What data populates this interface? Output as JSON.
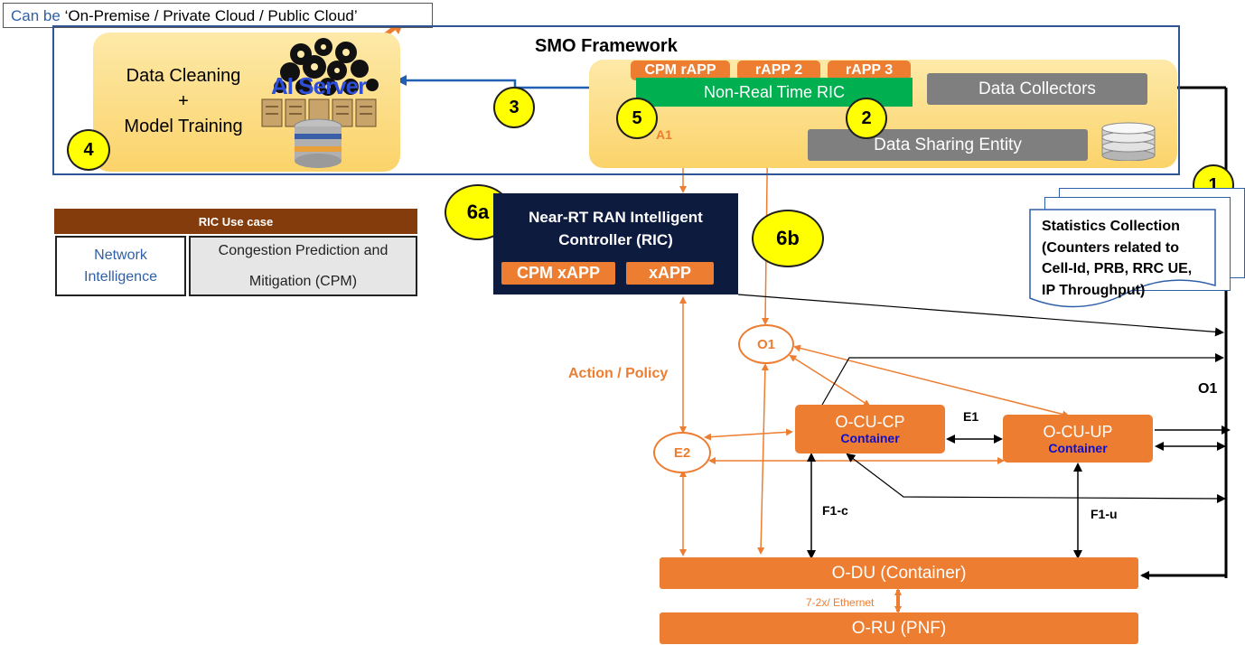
{
  "callout": {
    "prefix": "Can be",
    "text": "‘On-Premise / Private Cloud / Public Cloud’"
  },
  "smo": {
    "title": "SMO Framework"
  },
  "ai": {
    "line1": "Data Cleaning",
    "line2": "+",
    "line3": "Model Training",
    "server_label": "AI Server"
  },
  "rapps": [
    "CPM rAPP",
    "rAPP 2",
    "rAPP 3"
  ],
  "non_rt_ric": "Non-Real Time RIC",
  "data_collectors": "Data Collectors",
  "data_sharing": "Data Sharing Entity",
  "badges": {
    "n1": "1",
    "n2": "2",
    "n3": "3",
    "n4": "4",
    "n5": "5",
    "n6a": "6a",
    "n6b": "6b"
  },
  "a1": "A1",
  "near_rt": {
    "line1": "Near-RT RAN Intelligent",
    "line2": "Controller (RIC)",
    "xapp1": "CPM xAPP",
    "xapp2": "xAPP"
  },
  "table": {
    "header": "RIC Use case",
    "col1_line1": "Network",
    "col1_line2": "Intelligence",
    "col2_line1": "Congestion Prediction and",
    "col2_line2": "Mitigation (CPM)"
  },
  "stats": {
    "line1": "Statistics Collection",
    "line2": "(Counters related to",
    "line3": "Cell-Id, PRB, RRC UE,",
    "line4": "IP Throughput)"
  },
  "o1_oval": "O1",
  "e2_oval": "E2",
  "o1_right": "O1",
  "action_policy": "Action / Policy",
  "ocucp": {
    "title": "O-CU-CP",
    "sub": "Container"
  },
  "ocuup": {
    "title": "O-CU-UP",
    "sub": "Container"
  },
  "e1": "E1",
  "f1c": "F1-c",
  "f1u": "F1-u",
  "odu": "O-DU (Container)",
  "oru": "O-RU (PNF)",
  "eth": "7-2x/ Ethernet",
  "colors": {
    "orange": "#ed7d31",
    "green": "#00b050",
    "navy": "#0d1b3e",
    "yellow": "#ffff00",
    "grey": "#7f7f7f",
    "brown": "#843c0c",
    "blue": "#2e75b6"
  }
}
